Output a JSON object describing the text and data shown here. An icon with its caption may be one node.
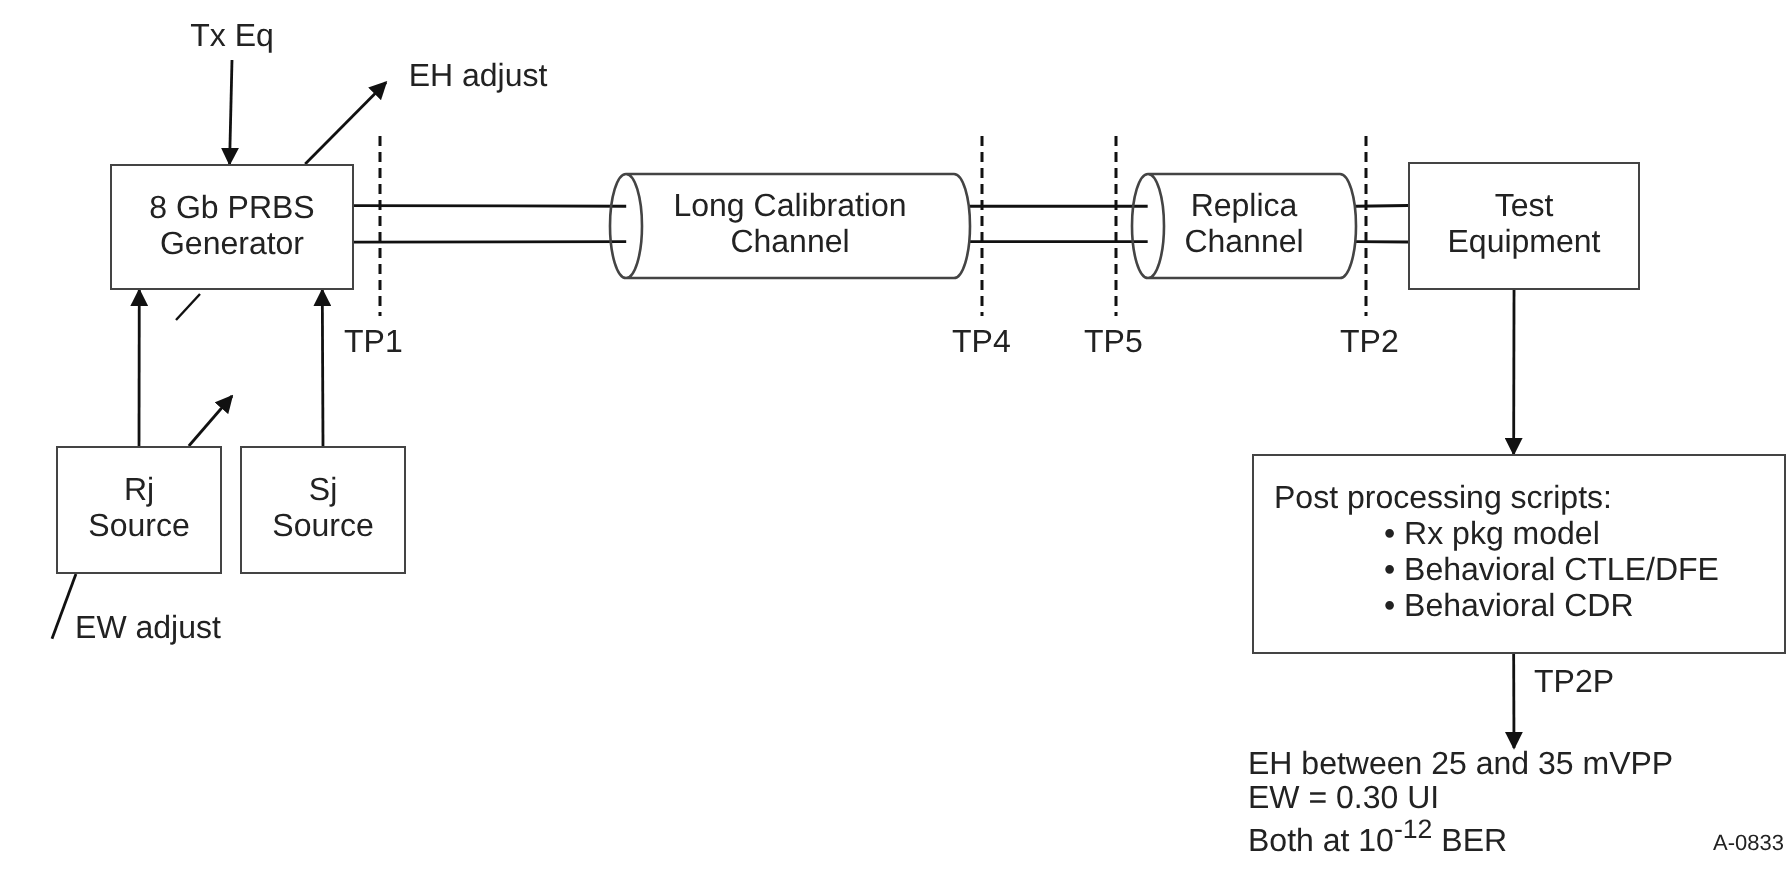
{
  "diagram": {
    "nodes": [
      {
        "text": [
          "Tx Eq"
        ]
      },
      {
        "text": [
          "EH adjust"
        ]
      },
      {
        "text": [
          "8 Gb PRBS Generator"
        ]
      },
      {
        "text": [
          "Long Calibration Channel"
        ]
      },
      {
        "text": [
          "Replica Channel"
        ]
      },
      {
        "text": [
          "Test Equipment"
        ]
      },
      {
        "text": [
          "Rj Source"
        ]
      },
      {
        "text": [
          "Sj Source"
        ]
      },
      {
        "text": [
          "EW adjust"
        ]
      },
      {
        "text": [
          "Post processing scripts:",
          "• Rx pkg model",
          "• Behavioral CTLE/DFE",
          "• Behavioral CDR"
        ]
      },
      {
        "text": [
          "EH between 25 and 35 mVPP",
          "EW = 0.30 UI",
          "Both at 10$^{-12}$ BER"
        ]
      }
    ],
    "edges": [
      {
        "from": 0,
        "to": 2,
        "arrow": "to"
      },
      {
        "from": 2,
        "to": 1,
        "arrow": "to"
      },
      {
        "from": 6,
        "to": 2,
        "arrow": "to"
      },
      {
        "from": 7,
        "to": 2,
        "arrow": "to"
      },
      {
        "from": 6,
        "to": null,
        "arrow": "to"
      },
      {
        "from": 8,
        "to": 6,
        "arrow": "none"
      },
      {
        "from": 2,
        "to": 3,
        "arrow": "none"
      },
      {
        "from": 2,
        "to": 3,
        "arrow": "none"
      },
      {
        "from": 3,
        "to": 4,
        "arrow": "none"
      },
      {
        "from": 3,
        "to": 4,
        "arrow": "none"
      },
      {
        "from": 4,
        "to": 5,
        "arrow": "none"
      },
      {
        "from": 4,
        "to": 5,
        "arrow": "none"
      },
      {
        "from": 5,
        "to": 9,
        "arrow": "to"
      },
      {
        "from": 9,
        "to": 10,
        "arrow": "to",
        "label": "TP2P"
      }
    ],
    "labels": [
      "TP1",
      "TP4",
      "TP5",
      "TP2",
      "A-0833"
    ]
  }
}
